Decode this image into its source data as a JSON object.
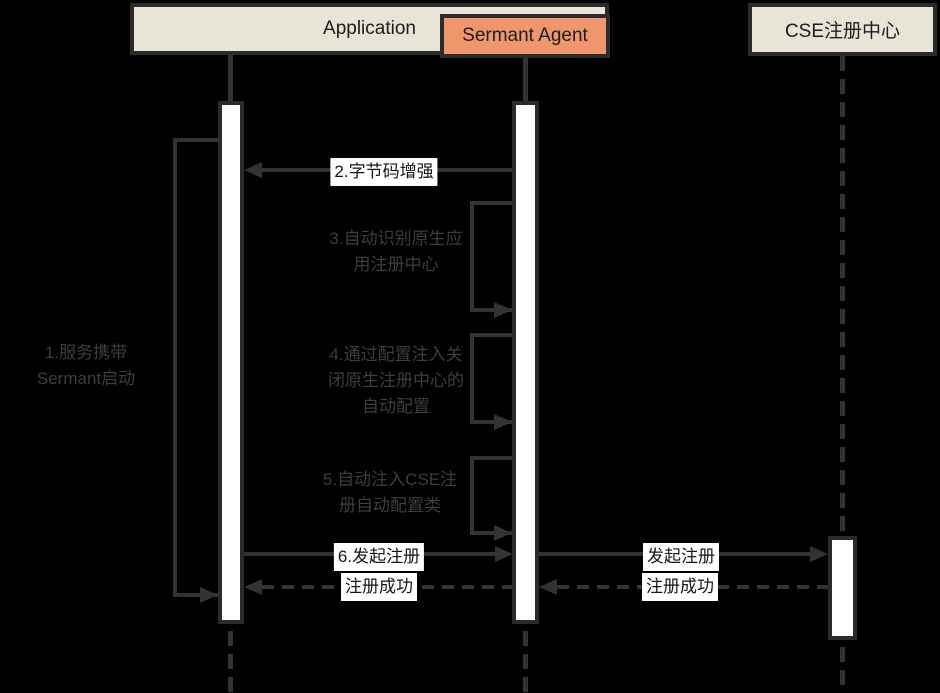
{
  "colors": {
    "background": "#000000",
    "line": "#333333",
    "border": "#2b2b2b",
    "actor-fill": "#e8e4d8",
    "agent-fill": "#f0966c",
    "bar-fill": "#ffffff",
    "gray-text": "#3d3d3d",
    "label-text": "#151515",
    "label-bg": "#ffffff"
  },
  "actors": [
    {
      "id": "application",
      "label": "Application"
    },
    {
      "id": "sermant-agent",
      "label": "Sermant Agent"
    },
    {
      "id": "cse-registry",
      "label": "CSE注册中心"
    }
  ],
  "messages": [
    {
      "step": "1",
      "label": "1.服务携带\nSermant启动",
      "type": "self-loop",
      "actor": "application"
    },
    {
      "step": "2",
      "label": "2.字节码增强",
      "type": "solid-arrow",
      "from": "sermant-agent",
      "to": "application"
    },
    {
      "step": "3",
      "label": "3.自动识别原生应\n用注册中心",
      "type": "self-loop",
      "actor": "sermant-agent"
    },
    {
      "step": "4",
      "label": "4.通过配置注入关\n闭原生注册中心的\n自动配置",
      "type": "self-loop",
      "actor": "sermant-agent"
    },
    {
      "step": "5",
      "label": "5.自动注入CSE注\n册自动配置类",
      "type": "self-loop",
      "actor": "sermant-agent"
    },
    {
      "step": "6",
      "label": "6.发起注册",
      "type": "solid-arrow",
      "from": "application",
      "to": "sermant-agent"
    },
    {
      "step": "",
      "label": "发起注册",
      "type": "solid-arrow",
      "from": "sermant-agent",
      "to": "cse-registry"
    },
    {
      "step": "",
      "label": "注册成功",
      "type": "dashed-arrow",
      "from": "sermant-agent",
      "to": "application"
    },
    {
      "step": "",
      "label": "注册成功",
      "type": "dashed-arrow",
      "from": "cse-registry",
      "to": "sermant-agent"
    }
  ]
}
